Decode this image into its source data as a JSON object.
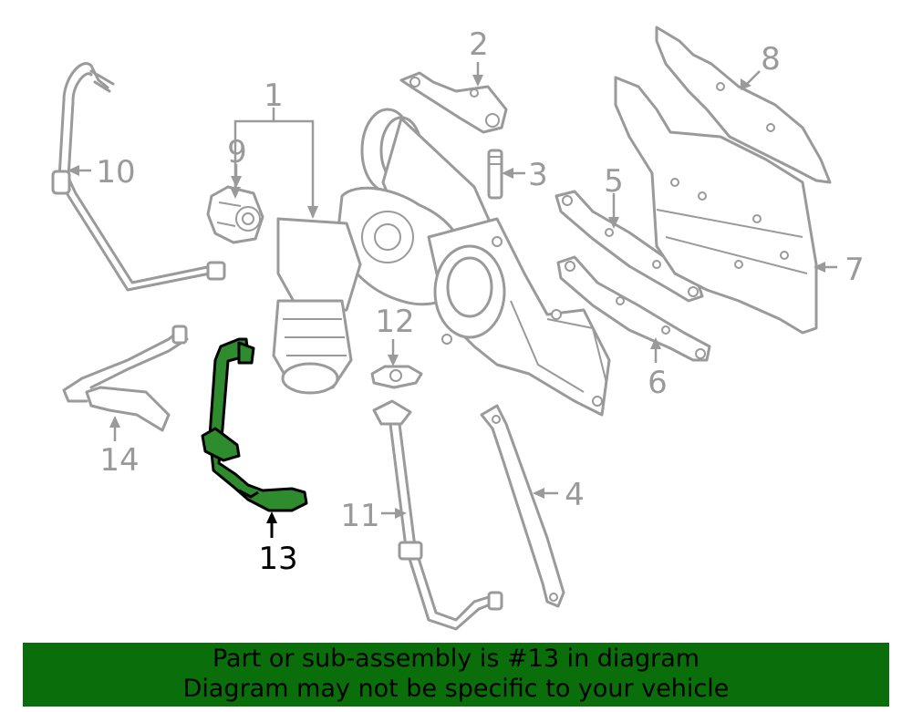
{
  "callouts": {
    "c1": "1",
    "c2": "2",
    "c3": "3",
    "c4": "4",
    "c5": "5",
    "c6": "6",
    "c7": "7",
    "c8": "8",
    "c9": "9",
    "c10": "10",
    "c11": "11",
    "c12": "12",
    "c13": "13",
    "c14": "14"
  },
  "highlight_color": "#2e8b2e",
  "banner": {
    "line1": "Part or sub-assembly is #13 in diagram",
    "line2": "Diagram may not be specific to your vehicle",
    "background": "#0a6e0a"
  }
}
